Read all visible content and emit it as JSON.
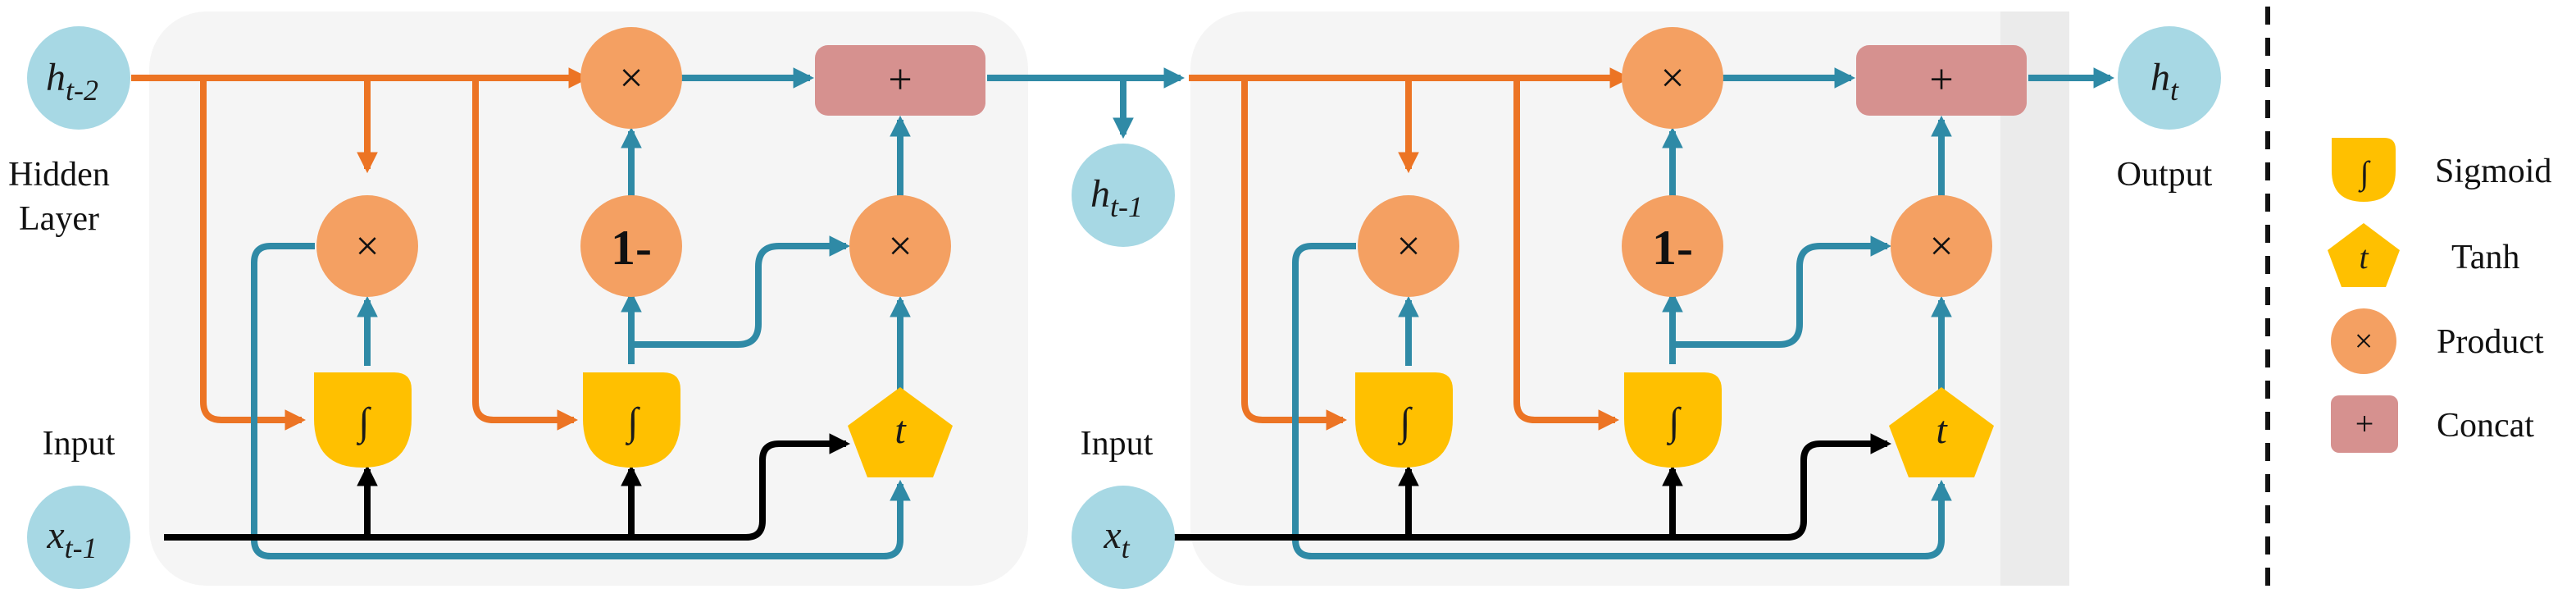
{
  "colors": {
    "hidden_node": "#a7d8e4",
    "product_node": "#f4a062",
    "concat_node": "#d6918f",
    "gate_node": "#ffc000",
    "orange_arrow": "#ec7424",
    "teal_arrow": "#2f8aa6",
    "black_arrow": "#000000",
    "cell_background": "#f5f5f5"
  },
  "cell1": {
    "h_prev": {
      "base": "h",
      "sub": "t-2"
    },
    "x_in": {
      "base": "x",
      "sub": "t-1"
    },
    "hidden_label_line1": "Hidden",
    "hidden_label_line2": "Layer",
    "input_label": "Input",
    "product1": "×",
    "product2": "×",
    "product3": "×",
    "one_minus": "1-",
    "concat": "+",
    "sigmoid1": "∫",
    "sigmoid2": "∫",
    "tanh": "t"
  },
  "between": {
    "h_mid": {
      "base": "h",
      "sub": "t-1"
    }
  },
  "cell2": {
    "x_in": {
      "base": "x",
      "sub": "t"
    },
    "input_label": "Input",
    "product1": "×",
    "product2": "×",
    "product3": "×",
    "one_minus": "1-",
    "concat": "+",
    "sigmoid1": "∫",
    "sigmoid2": "∫",
    "tanh": "t",
    "h_out": {
      "base": "h",
      "sub": "t"
    },
    "output_label": "Output"
  },
  "legend": {
    "items": [
      {
        "icon": "sigmoid-icon",
        "symbol": "∫",
        "label": "Sigmoid"
      },
      {
        "icon": "tanh-icon",
        "symbol": "t",
        "label": "Tanh"
      },
      {
        "icon": "product-icon",
        "symbol": "×",
        "label": "Product"
      },
      {
        "icon": "concat-icon",
        "symbol": "+",
        "label": "Concat"
      }
    ]
  }
}
